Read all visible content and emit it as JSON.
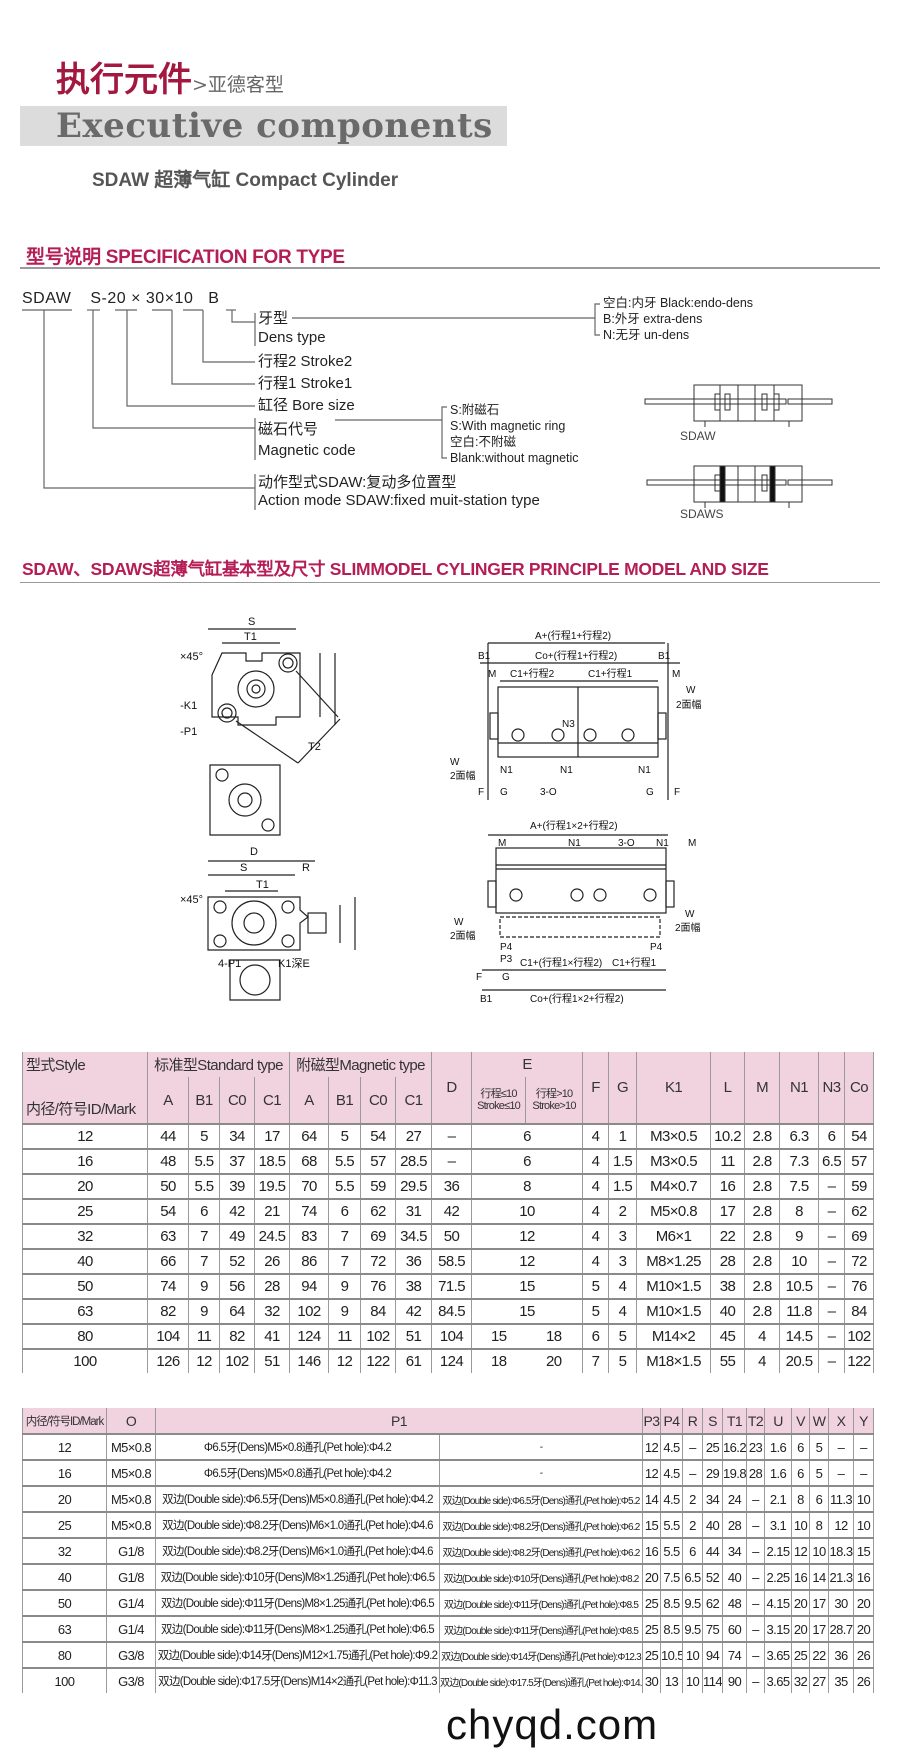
{
  "header": {
    "title_cn": "执行元件",
    "subtitle_cn": ">亚德客型",
    "title_en": "Executive components",
    "product": "SDAW 超薄气缸 Compact Cylinder"
  },
  "spec": {
    "heading": "型号说明 SPECIFICATION FOR TYPE",
    "model": {
      "series": "SDAW",
      "magnet": "S",
      "dash": "-",
      "bore": "20",
      "x1": "×",
      "stroke1": "30",
      "x2": "×",
      "stroke2": "10",
      "dens": "B"
    },
    "labels": {
      "dens_cn": "牙型",
      "dens_en": "Dens type",
      "stroke2": "行程2 Stroke2",
      "stroke1": "行程1 Stroke1",
      "bore": "缸径 Bore size",
      "magnet_cn": "磁石代号",
      "magnet_en": "Magnetic code",
      "action_cn": "动作型式SDAW:复动多位置型",
      "action_en": "Action mode SDAW:fixed muit-station type"
    },
    "dens_options": [
      "空白:内牙 Black:endo-dens",
      "B:外牙 extra-dens",
      "N:无牙 un-dens"
    ],
    "magnet_options": [
      "S:附磁石",
      "S:With magnetic ring",
      "空白:不附磁",
      "Blank:without magnetic"
    ],
    "diagram_labels": {
      "sdaw": "SDAW",
      "sdaws": "SDAWS"
    }
  },
  "section2": {
    "heading": "SDAW、SDAWS超薄气缸基本型及尺寸 SLIMMODEL  CYLINGER PRINCIPLE MODEL AND SIZE"
  },
  "drawings": {
    "front": {
      "s": "S",
      "t1": "T1",
      "u": "U×45°",
      "k1": "2-K1",
      "p1": "2-P1",
      "t2": "T2"
    },
    "side": {
      "a": "A+(行程1+行程2)",
      "b1": "B1",
      "co": "Co+(行程1+行程2)",
      "c1a": "C1+行程2",
      "c1b": "C1+行程1",
      "m": "M",
      "w": "W",
      "w2": "2面幅",
      "n1": "N1",
      "n3": "N3",
      "f": "F",
      "g": "G",
      "o": "3-O"
    },
    "front2": {
      "d": "D",
      "s": "S",
      "r": "R",
      "t1": "T1",
      "u": "U×45°",
      "p1": "4-P1",
      "k1": "K1深E"
    },
    "side2": {
      "a": "A+(行程1×2+行程2)",
      "m": "M",
      "n1": "N1",
      "o": "3-O",
      "w": "W",
      "w2": "2面幅",
      "p4": "P4",
      "p3": "P3",
      "f": "F",
      "g": "G",
      "c1a": "C1+(行程1×行程2)",
      "c1b": "C1+行程1",
      "b1": "B1",
      "co": "Co+(行程1×2+行程2)"
    }
  },
  "table1": {
    "h_style": "型式Style",
    "h_std": "标准型Standard type",
    "h_mag": "附磁型Magnetic type",
    "h_e": "E",
    "h_id": "内径/符号ID/Mark",
    "h_cols_std": [
      "A",
      "B1",
      "C0",
      "C1"
    ],
    "h_cols_mag": [
      "A",
      "B1",
      "C0",
      "C1"
    ],
    "h_d": "D",
    "h_e1": "行程≤10 Stroke≤10",
    "h_e2": "行程>10 Stroke>10",
    "h_rest": [
      "F",
      "G",
      "K1",
      "L",
      "M",
      "N1",
      "N3",
      "Co"
    ],
    "rows": [
      [
        "12",
        "44",
        "5",
        "34",
        "17",
        "64",
        "5",
        "54",
        "27",
        "–",
        [
          "6"
        ],
        "4",
        "1",
        "M3×0.5",
        "10.2",
        "2.8",
        "6.3",
        "6",
        "54"
      ],
      [
        "16",
        "48",
        "5.5",
        "37",
        "18.5",
        "68",
        "5.5",
        "57",
        "28.5",
        "–",
        [
          "6"
        ],
        "4",
        "1.5",
        "M3×0.5",
        "11",
        "2.8",
        "7.3",
        "6.5",
        "57"
      ],
      [
        "20",
        "50",
        "5.5",
        "39",
        "19.5",
        "70",
        "5.5",
        "59",
        "29.5",
        "36",
        [
          "8"
        ],
        "4",
        "1.5",
        "M4×0.7",
        "16",
        "2.8",
        "7.5",
        "–",
        "59"
      ],
      [
        "25",
        "54",
        "6",
        "42",
        "21",
        "74",
        "6",
        "62",
        "31",
        "42",
        [
          "10"
        ],
        "4",
        "2",
        "M5×0.8",
        "17",
        "2.8",
        "8",
        "–",
        "62"
      ],
      [
        "32",
        "63",
        "7",
        "49",
        "24.5",
        "83",
        "7",
        "69",
        "34.5",
        "50",
        [
          "12"
        ],
        "4",
        "3",
        "M6×1",
        "22",
        "2.8",
        "9",
        "–",
        "69"
      ],
      [
        "40",
        "66",
        "7",
        "52",
        "26",
        "86",
        "7",
        "72",
        "36",
        "58.5",
        [
          "12"
        ],
        "4",
        "3",
        "M8×1.25",
        "28",
        "2.8",
        "10",
        "–",
        "72"
      ],
      [
        "50",
        "74",
        "9",
        "56",
        "28",
        "94",
        "9",
        "76",
        "38",
        "71.5",
        [
          "15"
        ],
        "5",
        "4",
        "M10×1.5",
        "38",
        "2.8",
        "10.5",
        "–",
        "76"
      ],
      [
        "63",
        "82",
        "9",
        "64",
        "32",
        "102",
        "9",
        "84",
        "42",
        "84.5",
        [
          "15"
        ],
        "5",
        "4",
        "M10×1.5",
        "40",
        "2.8",
        "11.8",
        "–",
        "84"
      ],
      [
        "80",
        "104",
        "11",
        "82",
        "41",
        "124",
        "11",
        "102",
        "51",
        "104",
        [
          "15",
          "18"
        ],
        "6",
        "5",
        "M14×2",
        "45",
        "4",
        "14.5",
        "–",
        "102"
      ],
      [
        "100",
        "126",
        "12",
        "102",
        "51",
        "146",
        "12",
        "122",
        "61",
        "124",
        [
          "18",
          "20"
        ],
        "7",
        "5",
        "M18×1.5",
        "55",
        "4",
        "20.5",
        "–",
        "122"
      ]
    ]
  },
  "table2": {
    "headers": [
      "内径/符号ID/Mark",
      "O",
      "P1",
      "P3",
      "P4",
      "R",
      "S",
      "T1",
      "T2",
      "U",
      "V",
      "W",
      "X",
      "Y"
    ],
    "rows": [
      [
        "12",
        "M5×0.8",
        "Φ6.5牙(Dens)M5×0.8通孔(Pet hole):Φ4.2",
        "-",
        "12",
        "4.5",
        "–",
        "25",
        "16.2",
        "23",
        "1.6",
        "6",
        "5",
        "–",
        "–"
      ],
      [
        "16",
        "M5×0.8",
        "Φ6.5牙(Dens)M5×0.8通孔(Pet hole):Φ4.2",
        "-",
        "12",
        "4.5",
        "–",
        "29",
        "19.8",
        "28",
        "1.6",
        "6",
        "5",
        "–",
        "–"
      ],
      [
        "20",
        "M5×0.8",
        "双边(Double side):Φ6.5牙(Dens)M5×0.8通孔(Pet hole):Φ4.2",
        "双边(Double side):Φ6.5牙(Dens)通孔(Pet hole):Φ5.2",
        "14",
        "4.5",
        "2",
        "34",
        "24",
        "–",
        "2.1",
        "8",
        "6",
        "11.3",
        "10"
      ],
      [
        "25",
        "M5×0.8",
        "双边(Double side):Φ8.2牙(Dens)M6×1.0通孔(Pet hole):Φ4.6",
        "双边(Double side):Φ8.2牙(Dens)通孔(Pet hole):Φ6.2",
        "15",
        "5.5",
        "2",
        "40",
        "28",
        "–",
        "3.1",
        "10",
        "8",
        "12",
        "10"
      ],
      [
        "32",
        "G1/8",
        "双边(Double side):Φ8.2牙(Dens)M6×1.0通孔(Pet hole):Φ4.6",
        "双边(Double side):Φ8.2牙(Dens)通孔(Pet hole):Φ6.2",
        "16",
        "5.5",
        "6",
        "44",
        "34",
        "–",
        "2.15",
        "12",
        "10",
        "18.3",
        "15"
      ],
      [
        "40",
        "G1/8",
        "双边(Double side):Φ10牙(Dens)M8×1.25通孔(Pet hole):Φ6.5",
        "双边(Double side):Φ10牙(Dens)通孔(Pet hole):Φ8.2",
        "20",
        "7.5",
        "6.5",
        "52",
        "40",
        "–",
        "2.25",
        "16",
        "14",
        "21.3",
        "16"
      ],
      [
        "50",
        "G1/4",
        "双边(Double side):Φ11牙(Dens)M8×1.25通孔(Pet hole):Φ6.5",
        "双边(Double side):Φ11牙(Dens)通孔(Pet hole):Φ8.5",
        "25",
        "8.5",
        "9.5",
        "62",
        "48",
        "–",
        "4.15",
        "20",
        "17",
        "30",
        "20"
      ],
      [
        "63",
        "G1/4",
        "双边(Double side):Φ11牙(Dens)M8×1.25通孔(Pet hole):Φ6.5",
        "双边(Double side):Φ11牙(Dens)通孔(Pet hole):Φ8.5",
        "25",
        "8.5",
        "9.5",
        "75",
        "60",
        "–",
        "3.15",
        "20",
        "17",
        "28.7",
        "20"
      ],
      [
        "80",
        "G3/8",
        "双边(Double side):Φ14牙(Dens)M12×1.75通孔(Pet hole):Φ9.2",
        "双边(Double side):Φ14牙(Dens)通孔(Pet hole):Φ12.3",
        "25",
        "10.5",
        "10",
        "94",
        "74",
        "–",
        "3.65",
        "25",
        "22",
        "36",
        "26"
      ],
      [
        "100",
        "G3/8",
        "双边(Double side):Φ17.5牙(Dens)M14×2通孔(Pet hole):Φ11.3",
        "双边(Double side):Φ17.5牙(Dens)通孔(Pet hole):Φ14.2",
        "30",
        "13",
        "10",
        "114",
        "90",
        "–",
        "3.65",
        "32",
        "27",
        "35",
        "26"
      ]
    ]
  },
  "watermark": "chyqd.com"
}
